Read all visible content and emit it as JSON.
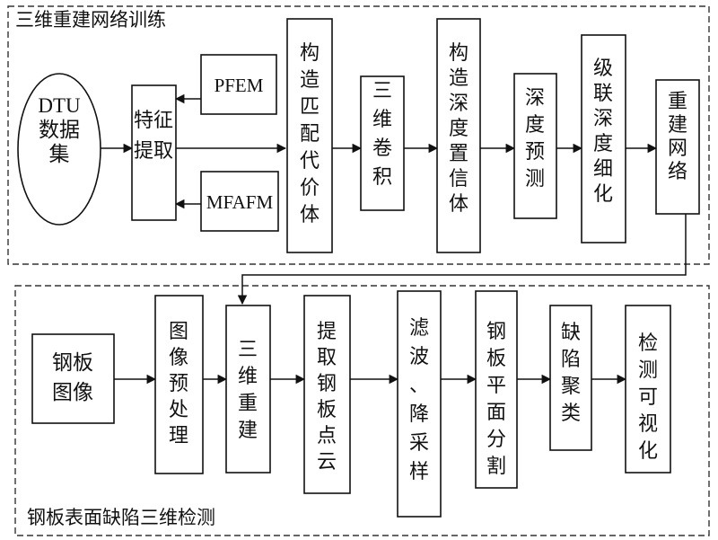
{
  "groups": {
    "training": {
      "title": "三维重建网络训练"
    },
    "detection": {
      "title": "钢板表面缺陷三维检测"
    }
  },
  "nodes": {
    "dtu": [
      "DTU",
      "数据",
      "集"
    ],
    "pfem": [
      "PFEM"
    ],
    "mfafm": [
      "MFAFM"
    ],
    "feature": [
      "特征",
      "提取"
    ],
    "cost": [
      "构",
      "造",
      "匹",
      "配",
      "代",
      "价",
      "体"
    ],
    "conv3d": [
      "三",
      "维",
      "卷",
      "积"
    ],
    "confidence": [
      "构",
      "造",
      "深",
      "度",
      "置",
      "信",
      "体"
    ],
    "depth": [
      "深",
      "度",
      "预",
      "测"
    ],
    "cascade": [
      "级",
      "联",
      "深",
      "度",
      "细",
      "化"
    ],
    "rebuild_net": [
      "重",
      "建",
      "网",
      "络"
    ],
    "steel_image": [
      "钢板",
      "图像"
    ],
    "preprocess": [
      "图",
      "像",
      "预",
      "处",
      "理"
    ],
    "recon3d": [
      "三",
      "维",
      "重",
      "建"
    ],
    "extract_cloud": [
      "提",
      "取",
      "钢",
      "板",
      "点",
      "云"
    ],
    "filter": [
      "滤",
      "波",
      "、",
      "降",
      "采",
      "样"
    ],
    "plane_seg": [
      "钢",
      "板",
      "平",
      "面",
      "分",
      "割"
    ],
    "cluster": [
      "缺",
      "陷",
      "聚",
      "类"
    ],
    "visualize": [
      "检",
      "测",
      "可",
      "视",
      "化"
    ]
  }
}
